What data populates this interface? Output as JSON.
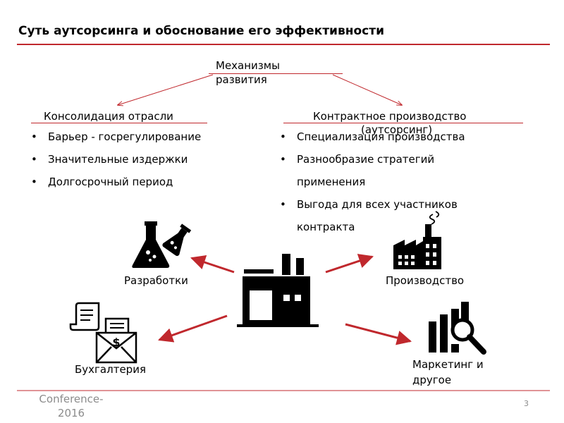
{
  "title": "Суть аутсорсинга и обоснование его эффективности",
  "center": {
    "line1": "Механизмы",
    "line2": "развития"
  },
  "left_branch": {
    "heading": "Консолидация отрасли",
    "bullets": [
      "Барьер - госрегулирование",
      "Значительные издержки",
      "Долгосрочный период"
    ]
  },
  "right_branch": {
    "heading_line1": "Контрактное производство",
    "heading_line2": "(аутсорсинг)",
    "bullets": [
      {
        "line1": "Специализация производства"
      },
      {
        "line1": "Разнообразие стратегий",
        "line2": "применения"
      },
      {
        "line1": "Выгода для всех участников",
        "line2": "контракта"
      }
    ]
  },
  "nodes": {
    "research": "Разработки",
    "production": "Производство",
    "accounting": "Бухгалтерия",
    "marketing_line1": "Маркетинг и",
    "marketing_line2": "другое"
  },
  "icons": [
    "flask-icon",
    "factory-icon",
    "office-building-icon",
    "documents-envelope-icon",
    "bar-chart-magnifier-icon"
  ],
  "dollar_sign": "$",
  "footer": {
    "line1": "Conference-",
    "line2": "2016"
  },
  "page_number": "3",
  "colors": {
    "accent": "#c0282d",
    "footer_text": "#8c8c8c"
  }
}
